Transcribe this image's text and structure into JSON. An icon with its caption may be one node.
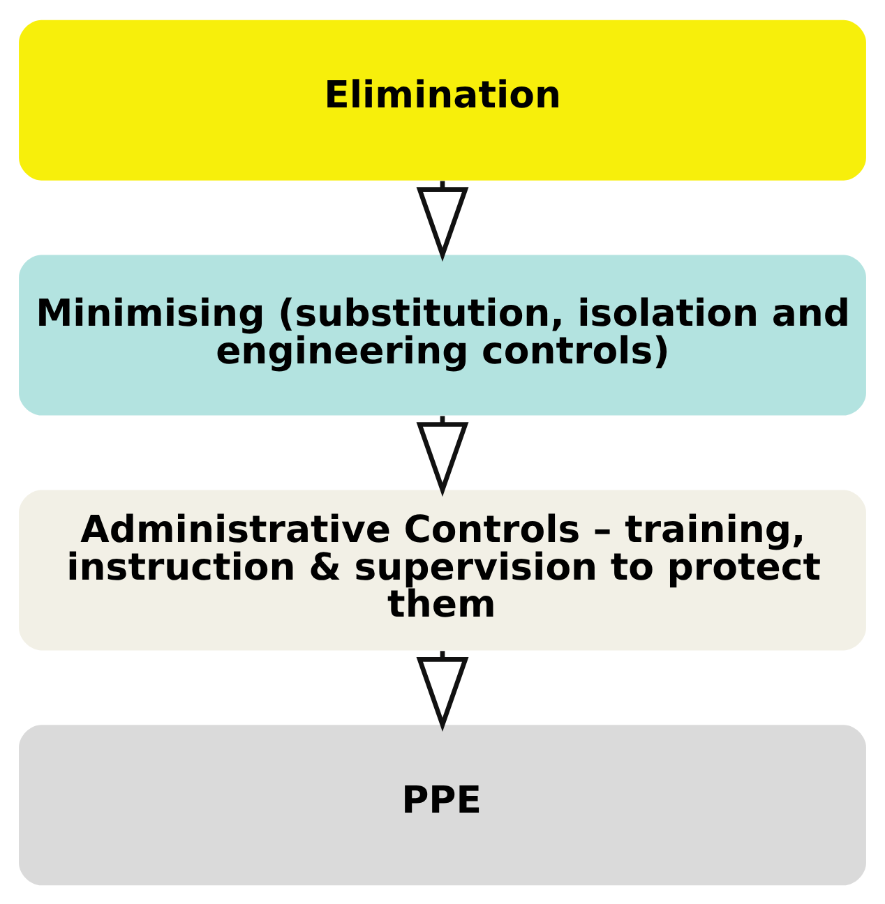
{
  "diagram": {
    "nodes": [
      {
        "text": [
          "Elimination"
        ]
      },
      {
        "text": [
          "Minimising (substitution, isolation and engineering controls)"
        ]
      },
      {
        "text": [
          "Administrative Controls – training, instruction & supervision to protect them"
        ]
      },
      {
        "text": [
          "PPE"
        ]
      }
    ],
    "edges": [
      {
        "from": 0,
        "to": 1,
        "arrow": "to"
      },
      {
        "from": 1,
        "to": 2,
        "arrow": "to"
      },
      {
        "from": 2,
        "to": 3,
        "arrow": "to"
      }
    ]
  }
}
